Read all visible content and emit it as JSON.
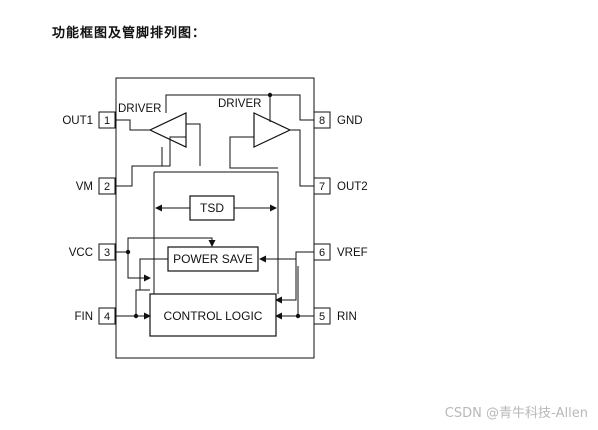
{
  "title": "功能框图及管脚排列图：",
  "watermark": "CSDN @青牛科技-Allen",
  "blocks": {
    "driver_left": "DRIVER",
    "driver_right": "DRIVER",
    "tsd": "TSD",
    "power_save": "POWER SAVE",
    "control_logic": "CONTROL  LOGIC"
  },
  "pins": [
    {
      "number": "1",
      "name": "OUT1",
      "side": "left"
    },
    {
      "number": "2",
      "name": "VM",
      "side": "left"
    },
    {
      "number": "3",
      "name": "VCC",
      "side": "left"
    },
    {
      "number": "4",
      "name": "FIN",
      "side": "left"
    },
    {
      "number": "8",
      "name": "GND",
      "side": "right"
    },
    {
      "number": "7",
      "name": "OUT2",
      "side": "right"
    },
    {
      "number": "6",
      "name": "VREF",
      "side": "right"
    },
    {
      "number": "5",
      "name": "RIN",
      "side": "right"
    }
  ],
  "colors": {
    "line": "#111111",
    "watermark": "#b8b8b8"
  }
}
